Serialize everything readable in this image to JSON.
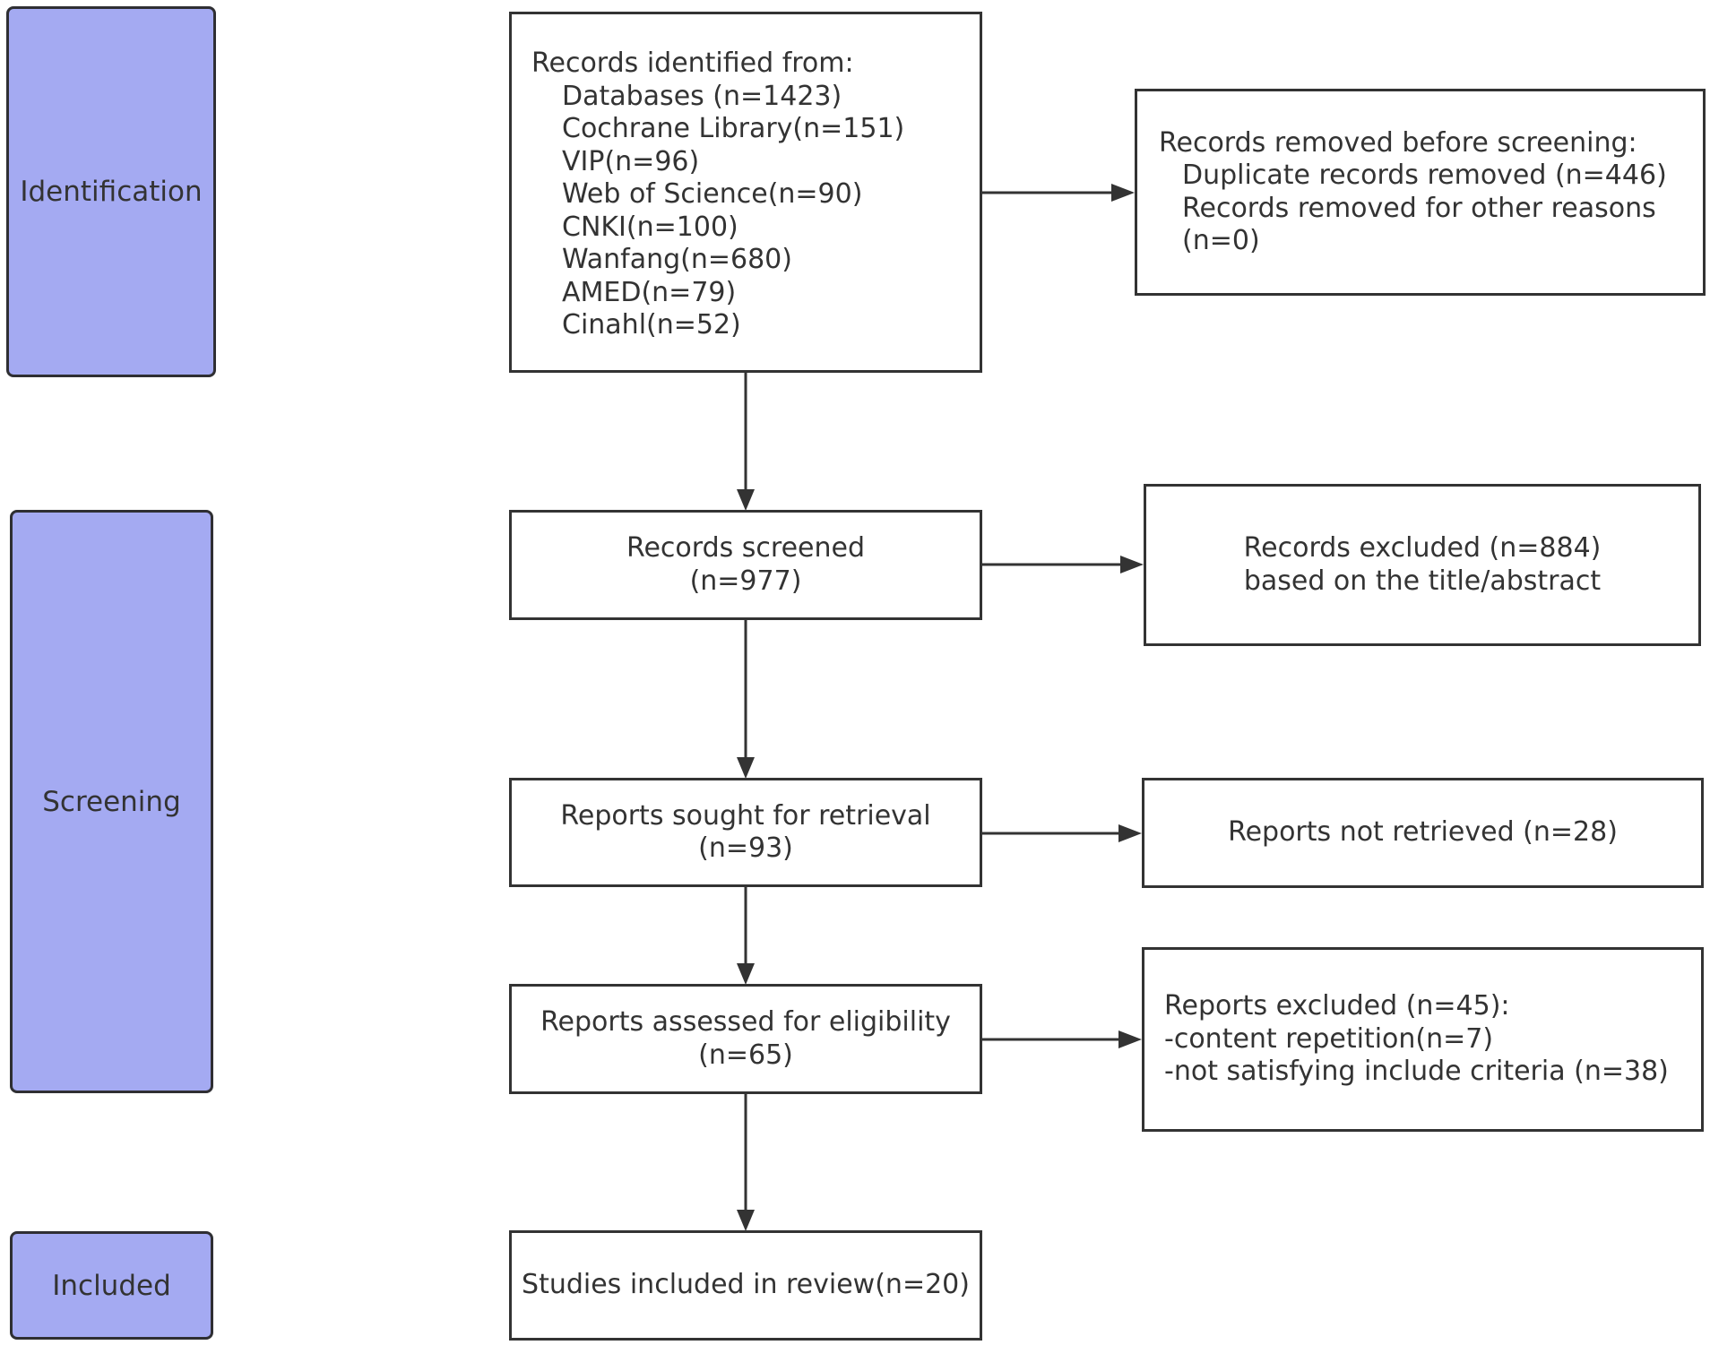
{
  "colors": {
    "phase_fill": "#a4aaf2",
    "border": "#333333",
    "text": "#333333"
  },
  "phases": {
    "identification": "Identification",
    "screening": "Screening",
    "included": "Included"
  },
  "identified": {
    "heading": "Records identified from:",
    "sources": [
      "Databases (n=1423)",
      "Cochrane Library(n=151)",
      "VIP(n=96)",
      "Web of Science(n=90)",
      "CNKI(n=100)",
      "Wanfang(n=680)",
      "AMED(n=79)",
      "Cinahl(n=52)"
    ]
  },
  "removed": {
    "heading": "Records removed before screening:",
    "lines": [
      "Duplicate records removed (n=446)",
      "Records removed for other reasons",
      "(n=0)"
    ]
  },
  "screened": {
    "line1": "Records screened",
    "line2": "(n=977)"
  },
  "excluded_title": {
    "line1": "Records excluded (n=884)",
    "line2": "based on the title/abstract"
  },
  "sought": {
    "line1": "Reports sought for retrieval",
    "line2": "(n=93)"
  },
  "not_retrieved": {
    "line1": "Reports not retrieved (n=28)"
  },
  "assessed": {
    "line1": "Reports assessed for eligibility",
    "line2": "(n=65)"
  },
  "reports_excluded": {
    "heading": "Reports excluded (n=45):",
    "lines": [
      "-content repetition(n=7)",
      "-not satisfying include criteria (n=38)"
    ]
  },
  "included": {
    "line1": "Studies included in review(n=20)"
  }
}
